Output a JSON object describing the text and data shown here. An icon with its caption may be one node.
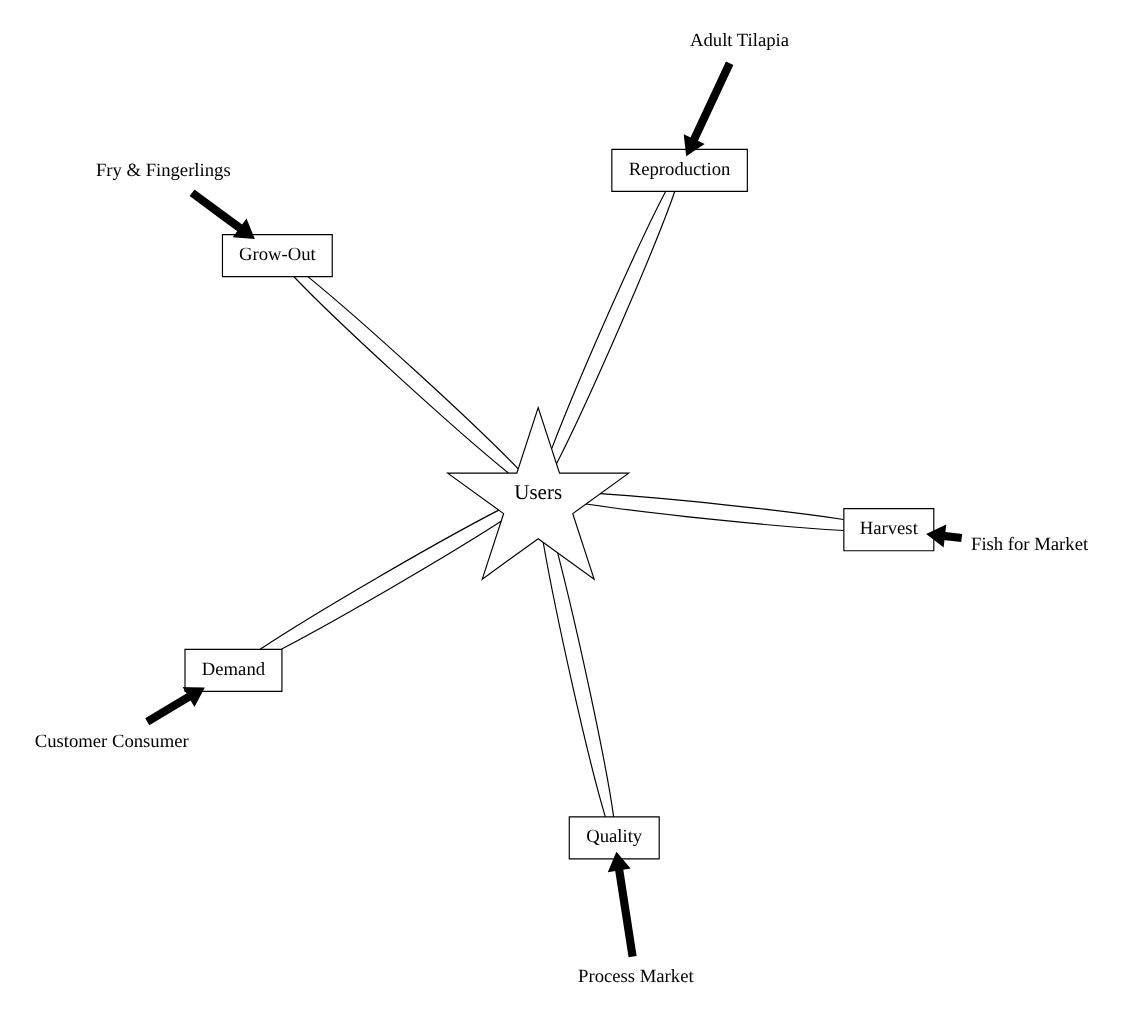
{
  "diagram": {
    "nodes": [
      {
        "text": [
          "Reproduction"
        ]
      },
      {
        "text": [
          "Adult Tilapia"
        ]
      },
      {
        "text": [
          "Fry & Fingerlings"
        ]
      },
      {
        "text": [
          "Grow-Out"
        ]
      },
      {
        "text": [
          "Users"
        ]
      },
      {
        "text": [
          "Demand"
        ]
      },
      {
        "text": [
          "Customer Consumer"
        ]
      },
      {
        "text": [
          "Fish for Market"
        ]
      },
      {
        "text": [
          "Harvest"
        ]
      },
      {
        "text": [
          "Quality"
        ]
      },
      {
        "text": [
          "Process Market"
        ]
      }
    ],
    "edges": [
      {
        "from": 4,
        "to": 0,
        "arrow": "none"
      },
      {
        "from": 4,
        "to": 0,
        "arrow": "none"
      },
      {
        "from": 4,
        "to": 3,
        "arrow": "none"
      },
      {
        "from": 4,
        "to": 3,
        "arrow": "none"
      },
      {
        "from": 4,
        "to": 8,
        "arrow": "none"
      },
      {
        "from": 4,
        "to": 8,
        "arrow": "none"
      },
      {
        "from": 4,
        "to": 9,
        "arrow": "none"
      },
      {
        "from": 4,
        "to": 9,
        "arrow": "none"
      },
      {
        "from": 4,
        "to": 5,
        "arrow": "none"
      },
      {
        "from": 4,
        "to": 5,
        "arrow": "none"
      },
      {
        "from": 1,
        "to": 0,
        "arrow": "to",
        "style": "thick"
      },
      {
        "from": 2,
        "to": 3,
        "arrow": "to",
        "style": "thick"
      },
      {
        "from": 7,
        "to": 8,
        "arrow": "to",
        "style": "thick"
      },
      {
        "from": 10,
        "to": 9,
        "arrow": "to",
        "style": "thick"
      },
      {
        "from": 6,
        "to": 5,
        "arrow": "to",
        "style": "thick"
      }
    ]
  }
}
